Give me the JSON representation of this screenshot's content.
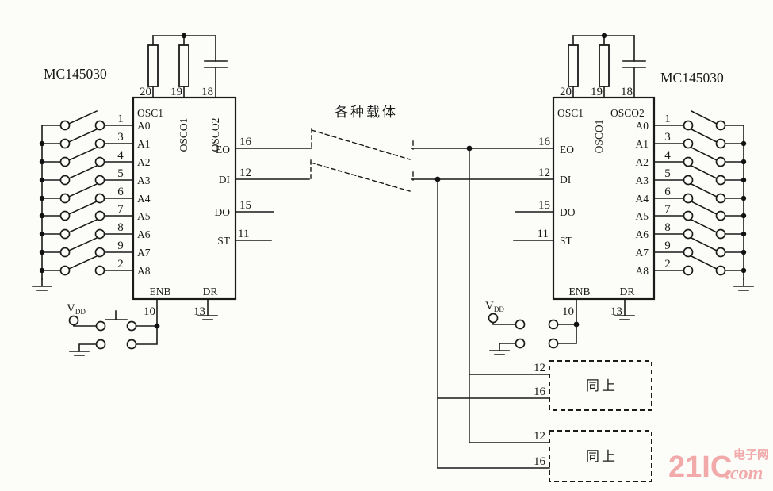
{
  "colors": {
    "ink": "#1a1a1a",
    "paper": "#fcfcf9",
    "watermark_pink": "#f1a9a9"
  },
  "carrier_label": "各种载体",
  "left_chip": {
    "name": "MC145030",
    "osc_pins": [
      {
        "num": "20",
        "label": "OSC1"
      },
      {
        "num": "19",
        "label": "OSCO1"
      },
      {
        "num": "18",
        "label": "OSCO2"
      }
    ],
    "address_pins": [
      {
        "num": "1",
        "label": "A0"
      },
      {
        "num": "3",
        "label": "A1"
      },
      {
        "num": "4",
        "label": "A2"
      },
      {
        "num": "5",
        "label": "A3"
      },
      {
        "num": "6",
        "label": "A4"
      },
      {
        "num": "7",
        "label": "A5"
      },
      {
        "num": "8",
        "label": "A6"
      },
      {
        "num": "9",
        "label": "A7"
      },
      {
        "num": "2",
        "label": "A8"
      }
    ],
    "serial_pins": [
      {
        "num": "16",
        "label": "EO"
      },
      {
        "num": "12",
        "label": "DI"
      },
      {
        "num": "15",
        "label": "DO"
      },
      {
        "num": "11",
        "label": "ST"
      }
    ],
    "bottom_pins": [
      {
        "num": "10",
        "label": "ENB"
      },
      {
        "num": "13",
        "label": "DR"
      }
    ],
    "supply": {
      "v": "V",
      "sub": "DD"
    }
  },
  "right_chip": {
    "name": "MC145030",
    "osc_pins": [
      {
        "num": "20",
        "label": "OSC1"
      },
      {
        "num": "19",
        "label": "OSCO1"
      },
      {
        "num": "18",
        "label": "OSCO2"
      }
    ],
    "address_pins": [
      {
        "num": "1",
        "label": "A0"
      },
      {
        "num": "3",
        "label": "A1"
      },
      {
        "num": "4",
        "label": "A2"
      },
      {
        "num": "5",
        "label": "A3"
      },
      {
        "num": "6",
        "label": "A4"
      },
      {
        "num": "7",
        "label": "A5"
      },
      {
        "num": "8",
        "label": "A6"
      },
      {
        "num": "9",
        "label": "A7"
      },
      {
        "num": "2",
        "label": "A8"
      }
    ],
    "serial_pins": [
      {
        "num": "16",
        "label": "EO"
      },
      {
        "num": "12",
        "label": "DI"
      },
      {
        "num": "15",
        "label": "DO"
      },
      {
        "num": "11",
        "label": "ST"
      }
    ],
    "bottom_pins": [
      {
        "num": "10",
        "label": "ENB"
      },
      {
        "num": "13",
        "label": "DR"
      }
    ],
    "supply": {
      "v": "V",
      "sub": "DD"
    }
  },
  "repeater_boxes": [
    {
      "label": "同上",
      "input_top": "12",
      "input_bottom": "16"
    },
    {
      "label": "同上",
      "input_top": "12",
      "input_bottom": "16"
    }
  ],
  "watermark": {
    "brand": "21IC",
    "cn": "电子网",
    "tld": ".com"
  }
}
